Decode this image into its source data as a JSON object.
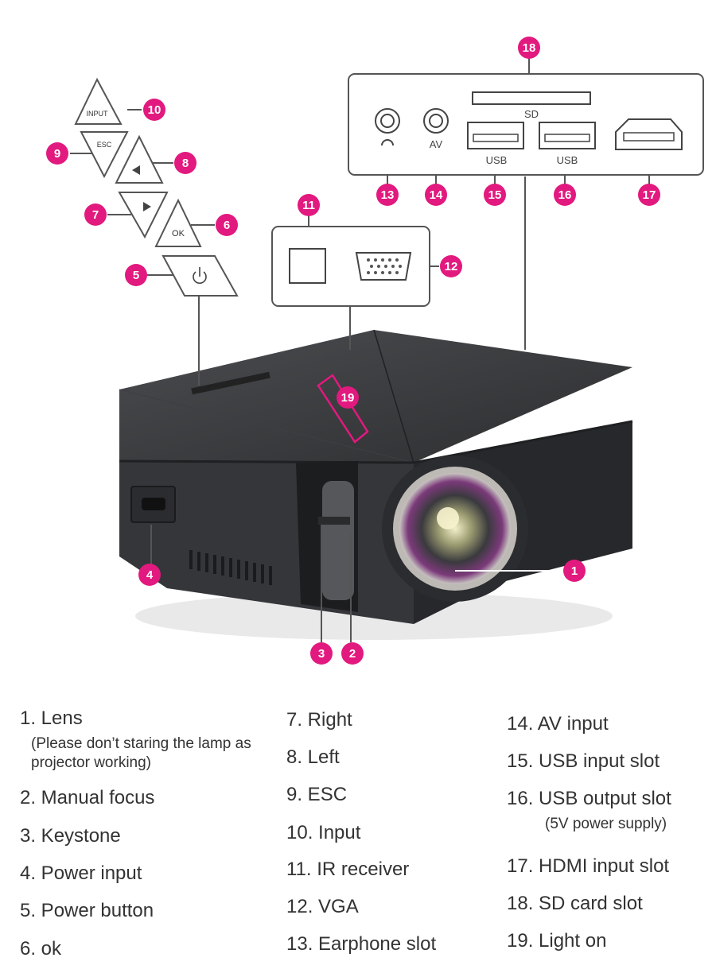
{
  "buttons": {
    "input": "INPUT",
    "esc": "ESC",
    "ok": "OK"
  },
  "ports": {
    "sd": "SD",
    "av": "AV",
    "usb1": "USB",
    "usb2": "USB"
  },
  "callouts": {
    "n1": "1",
    "n2": "2",
    "n3": "3",
    "n4": "4",
    "n5": "5",
    "n6": "6",
    "n7": "7",
    "n8": "8",
    "n9": "9",
    "n10": "10",
    "n11": "11",
    "n12": "12",
    "n13": "13",
    "n14": "14",
    "n15": "15",
    "n16": "16",
    "n17": "17",
    "n18": "18",
    "n19": "19"
  },
  "colors": {
    "callout": "#e2197e",
    "body_dark": "#2f3133",
    "line": "#555555"
  },
  "legend": {
    "col1": [
      {
        "label": "1. Lens",
        "note": "(Please don’t staring the lamp as projector working)"
      },
      {
        "label": "2. Manual focus"
      },
      {
        "label": "3. Keystone"
      },
      {
        "label": "4. Power input"
      },
      {
        "label": "5. Power button"
      },
      {
        "label": "6. ok"
      }
    ],
    "col2": [
      {
        "label": "7. Right"
      },
      {
        "label": "8. Left"
      },
      {
        "label": "9. ESC"
      },
      {
        "label": "10. Input"
      },
      {
        "label": "11. IR receiver"
      },
      {
        "label": "12. VGA"
      },
      {
        "label": "13. Earphone slot"
      }
    ],
    "col3": [
      {
        "label": "14. AV input"
      },
      {
        "label": "15. USB input slot"
      },
      {
        "label": "16. USB output slot",
        "note": "(5V power supply)"
      },
      {
        "label": "17. HDMI input slot"
      },
      {
        "label": "18. SD card slot"
      },
      {
        "label": "19. Light on"
      }
    ]
  }
}
